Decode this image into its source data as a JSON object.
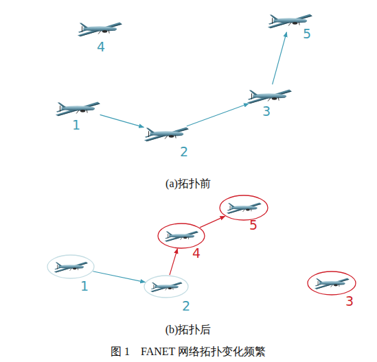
{
  "diagram": {
    "caption": "图 1　FANET 网络拓扑变化频繁",
    "nodes": [
      {
        "text": [
          "1"
        ]
      },
      {
        "text": [
          "2"
        ]
      },
      {
        "text": [
          "3"
        ]
      },
      {
        "text": [
          "4"
        ]
      },
      {
        "text": [
          "5"
        ]
      },
      {
        "text": [
          "1"
        ]
      },
      {
        "text": [
          "2"
        ]
      },
      {
        "text": [
          "3"
        ]
      },
      {
        "text": [
          "4"
        ]
      },
      {
        "text": [
          "5"
        ]
      }
    ],
    "edges": [
      {
        "from": 0,
        "to": 1,
        "arrow": "to"
      },
      {
        "from": 1,
        "to": 2,
        "arrow": "to"
      },
      {
        "from": 2,
        "to": 4,
        "arrow": "to"
      },
      {
        "from": 5,
        "to": 6,
        "arrow": "to"
      },
      {
        "from": 6,
        "to": 8,
        "arrow": "to"
      },
      {
        "from": 8,
        "to": 9,
        "arrow": "to"
      }
    ],
    "labels": [
      "(a)拓扑前",
      "(b)拓扑后"
    ]
  }
}
